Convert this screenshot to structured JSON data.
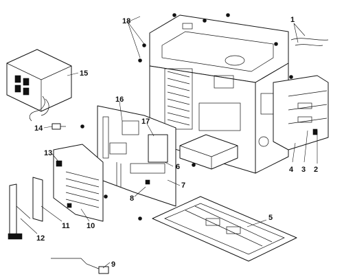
{
  "colors": {
    "ink": "#111111",
    "paper": "#ffffff"
  },
  "callouts": [
    "1",
    "2",
    "3",
    "4",
    "5",
    "6",
    "7",
    "8",
    "9",
    "10",
    "11",
    "12",
    "13",
    "14",
    "15",
    "16",
    "17",
    "18"
  ]
}
